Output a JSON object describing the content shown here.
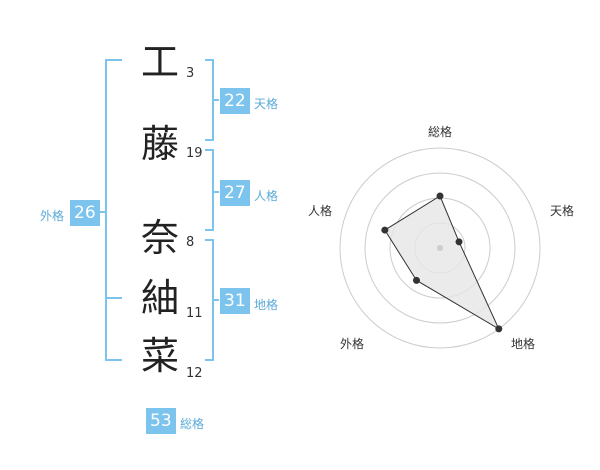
{
  "name_chars": [
    {
      "char": "工",
      "strokes": "3"
    },
    {
      "char": "藤",
      "strokes": "19"
    },
    {
      "char": "奈",
      "strokes": "8"
    },
    {
      "char": "紬",
      "strokes": "11"
    },
    {
      "char": "菜",
      "strokes": "12"
    }
  ],
  "fortunes": {
    "tenkaku": {
      "value": "22",
      "label": "天格"
    },
    "jinkaku": {
      "value": "27",
      "label": "人格"
    },
    "chikaku": {
      "value": "31",
      "label": "地格"
    },
    "gaikaku": {
      "value": "26",
      "label": "外格"
    },
    "soukaku": {
      "value": "53",
      "label": "総格"
    }
  },
  "chart_data": {
    "type": "radar",
    "axes": [
      "総格",
      "天格",
      "地格",
      "外格",
      "人格"
    ],
    "values": [
      0.52,
      0.2,
      1.0,
      0.4,
      0.58
    ],
    "rings": 4,
    "colors": {
      "line": "#333333",
      "fill": "#e6e6e6",
      "ring": "#cccccc",
      "point": "#333333"
    }
  },
  "colors": {
    "accent": "#7cc4ee",
    "bracket": "#7cc4ee"
  }
}
